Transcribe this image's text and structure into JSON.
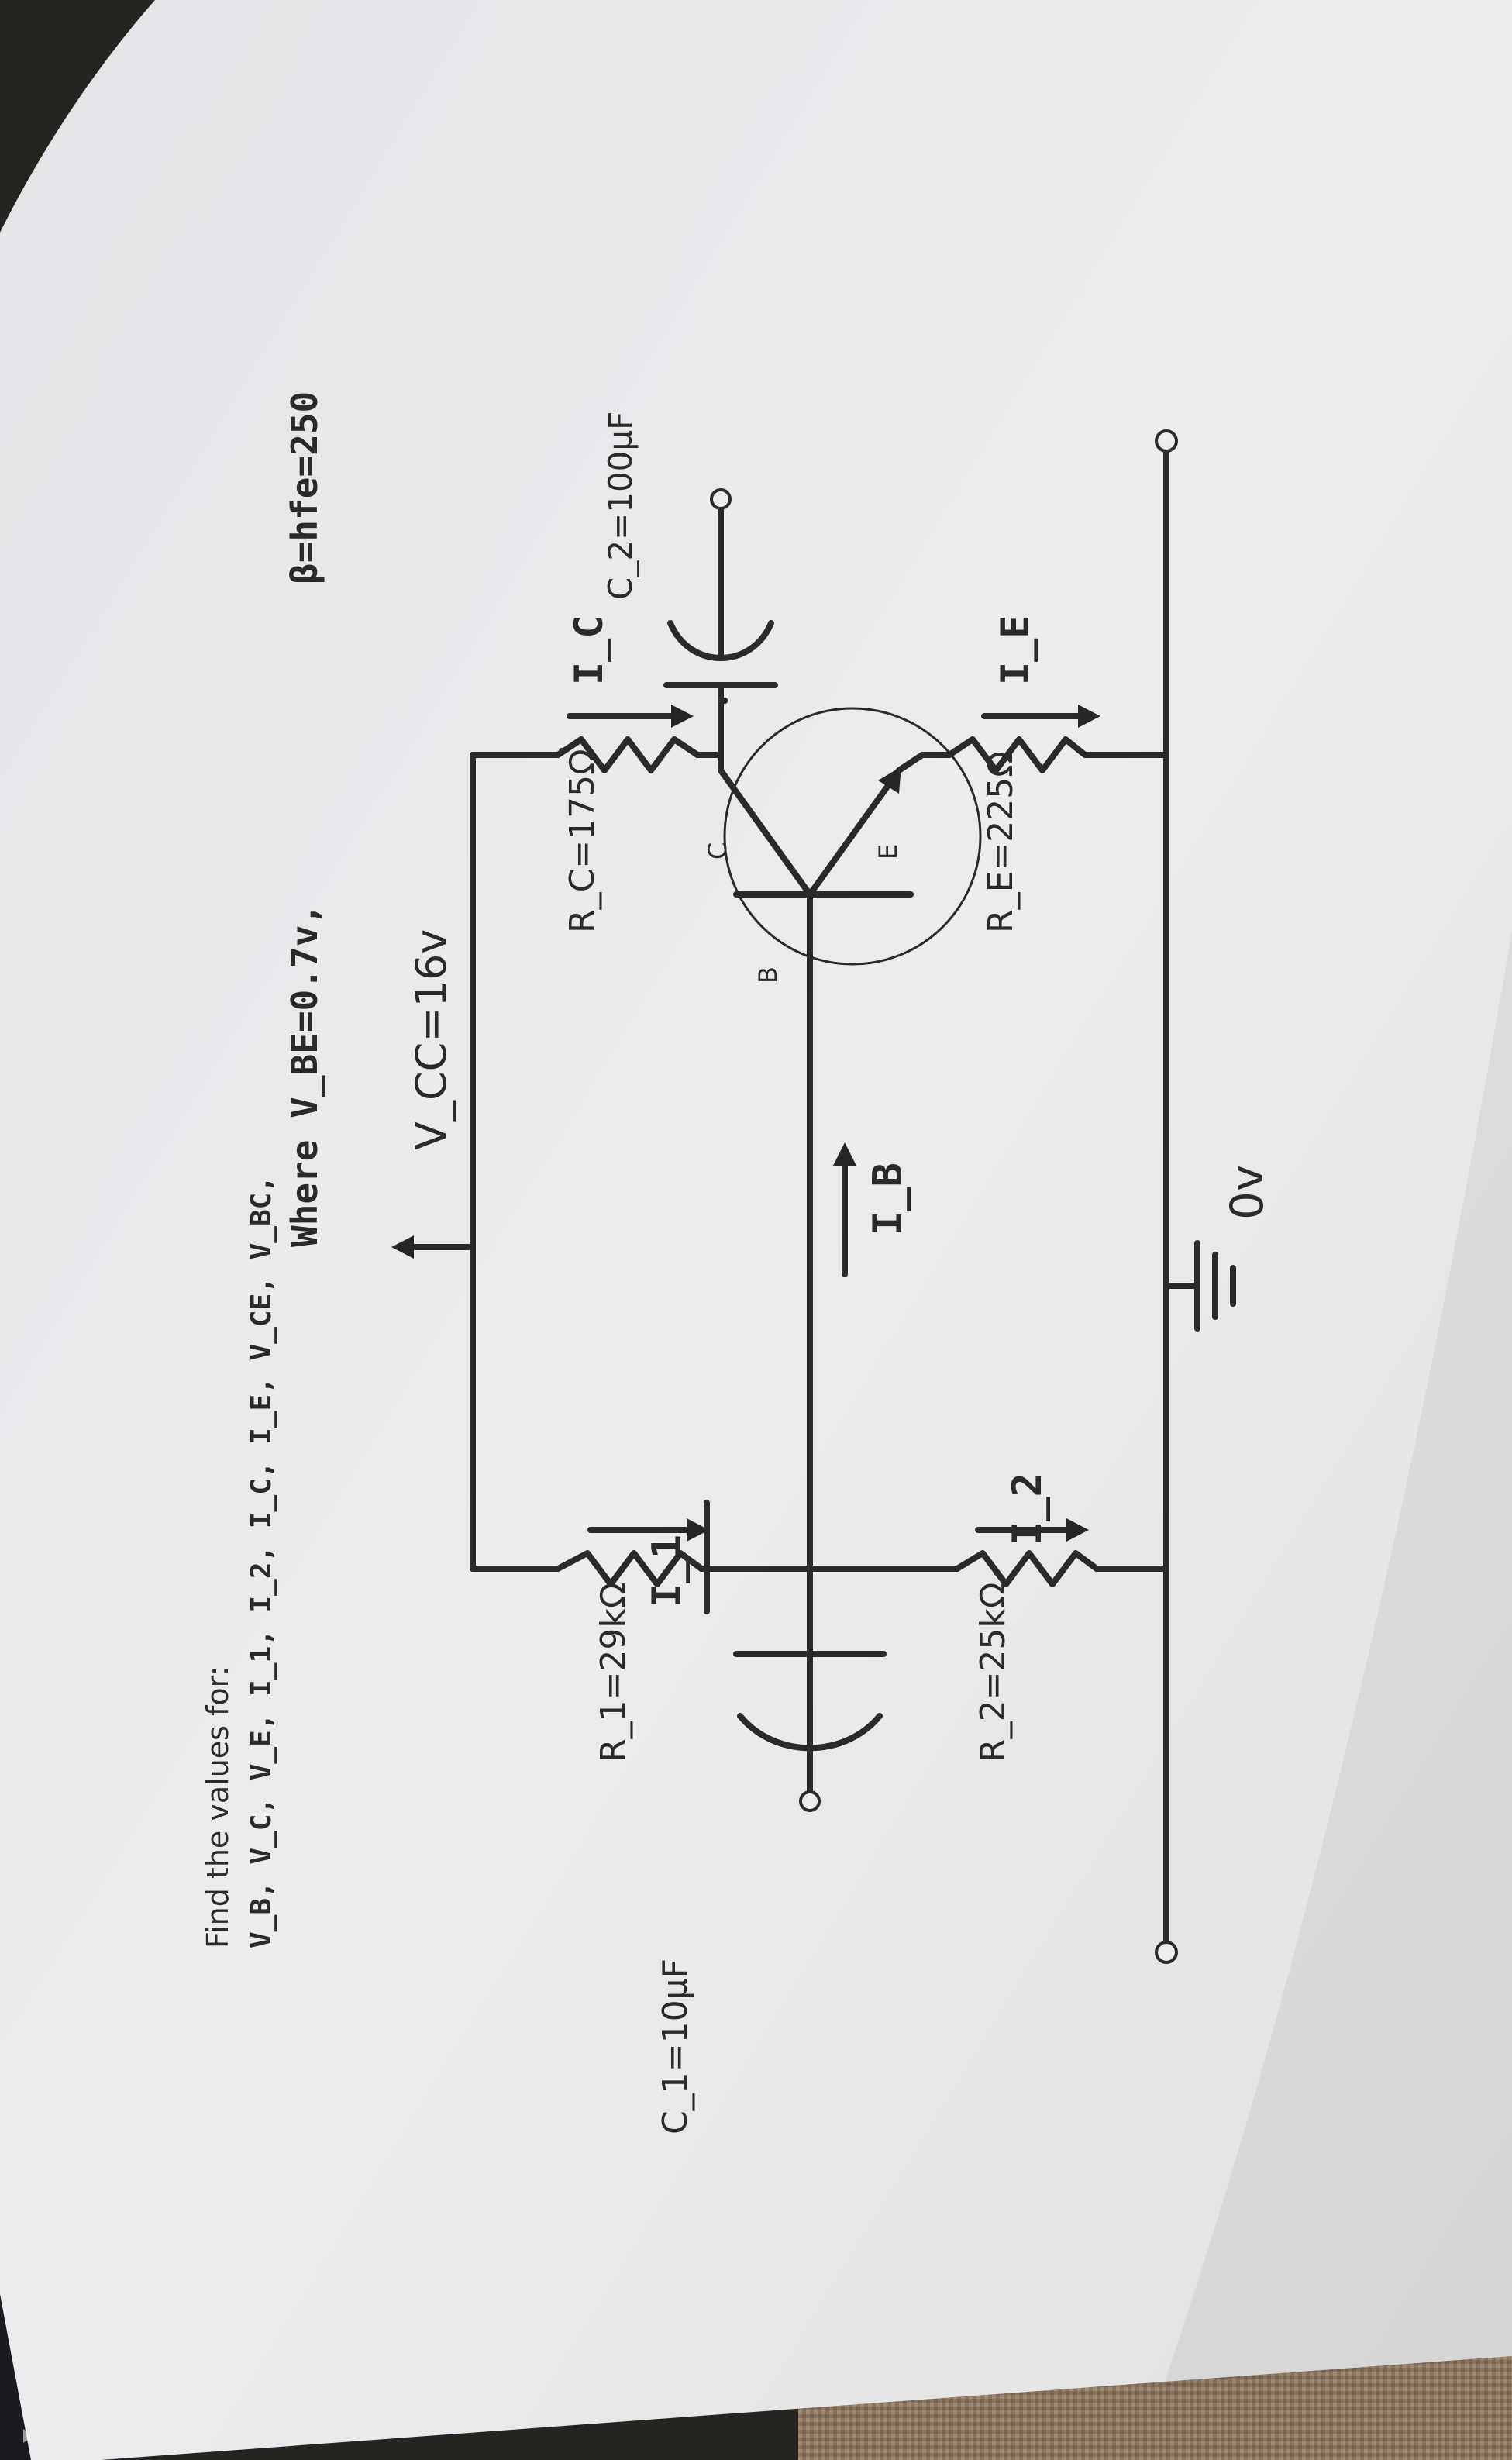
{
  "header": {
    "prompt": "Find the values for:",
    "list": "V_B, V_C, V_E, I_1, I_2, I_C, I_E, V_CE, V_BC,",
    "where": "Where V_BE=0.7v,",
    "beta": "β=hfe=250"
  },
  "supply": {
    "vcc": "V_CC=16v"
  },
  "ground": {
    "label": "0v"
  },
  "components": {
    "r1": "R_1=29kΩ",
    "r2": "R_2=25kΩ",
    "rc": "R_C=175Ω",
    "re": "R_E=225Ω",
    "c1": "C_1=10µF",
    "c2": "C_2=100µF"
  },
  "currents": {
    "i1": "I_1",
    "i2": "I_2",
    "ib": "I_B",
    "ic": "I_C",
    "ie": "I_E"
  },
  "transistor": {
    "base": "B",
    "collector": "C",
    "emitter": "E"
  },
  "colors": {
    "paper": "#e9e8ea",
    "ink": "#2a2a2a",
    "background": "#2a2826",
    "table": "#8a7a68"
  }
}
